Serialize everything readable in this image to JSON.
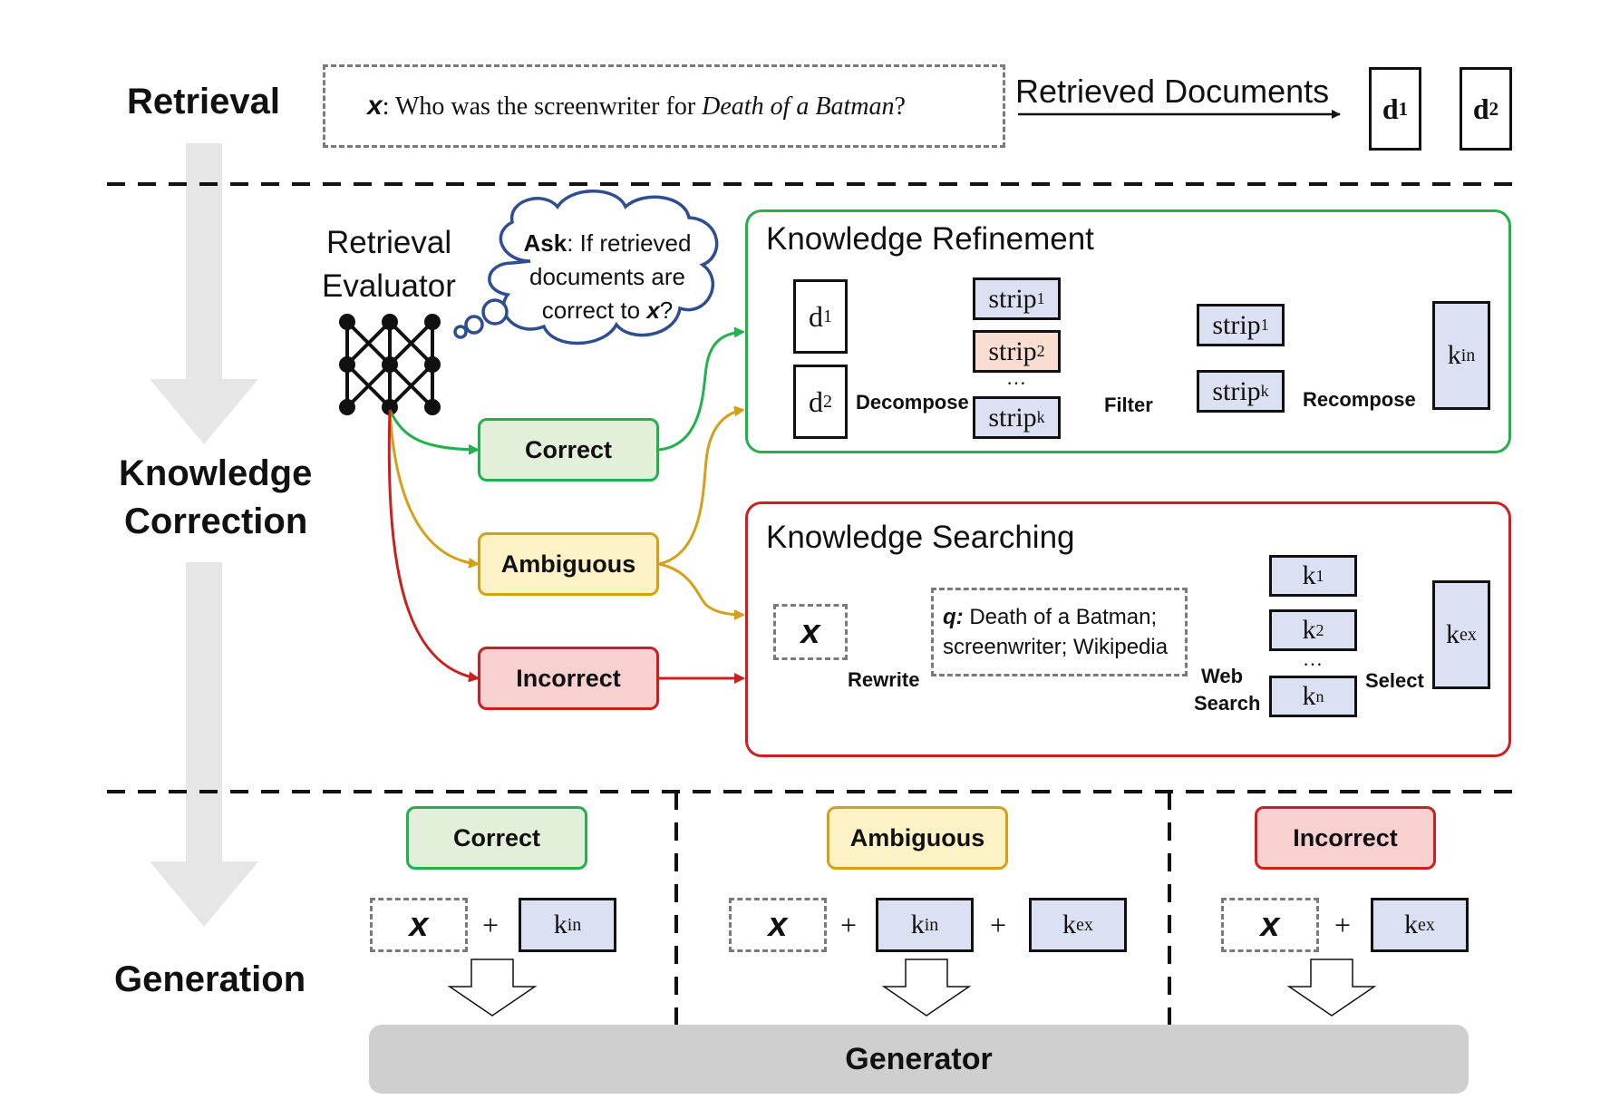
{
  "stages": {
    "retrieval": "Retrieval",
    "correction_line1": "Knowledge",
    "correction_line2": "Correction",
    "generation": "Generation"
  },
  "query": {
    "var": "x",
    "prefix": ": Who was the screenwriter for ",
    "title": "Death of a Batman",
    "suffix": "?"
  },
  "retrieved_documents": "Retrieved Documents",
  "docs": {
    "d": "d",
    "one": "1",
    "two": "2"
  },
  "evaluator": {
    "line1": "Retrieval",
    "line2": "Evaluator",
    "ask_bold": "Ask",
    "ask_rest": ": If retrieved",
    "ask_line2": "documents are",
    "ask_line3": "correct to ",
    "ask_var": "x",
    "ask_q": "?"
  },
  "judgments": {
    "correct": "Correct",
    "ambiguous": "Ambiguous",
    "incorrect": "Incorrect"
  },
  "refinement": {
    "title": "Knowledge Refinement",
    "strip": "strip",
    "sub1": "1",
    "sub2": "2",
    "subk": "k",
    "dots": "…",
    "decompose": "Decompose",
    "filter": "Filter",
    "recompose": "Recompose",
    "k": "k",
    "kin_sub": "in"
  },
  "searching": {
    "title": "Knowledge Searching",
    "x": "x",
    "rewrite": "Rewrite",
    "q_label": "q:",
    "q_line1": "Death of a Batman;",
    "q_line2": "screenwriter; Wikipedia",
    "web": "Web",
    "search": "Search",
    "k": "k",
    "sub1": "1",
    "sub2": "2",
    "subn": "n",
    "dots": "…",
    "select": "Select",
    "kex_sub": "ex"
  },
  "generation": {
    "plus": "+",
    "x": "x",
    "k": "k",
    "in": "in",
    "ex": "ex",
    "generator": "Generator"
  },
  "colors": {
    "green": "#22b14c",
    "gold": "#d4a017",
    "red": "#cc1f1f",
    "blue_fill": "#dbe1f3",
    "grey_arrow": "#e6e6e6",
    "generator_fill": "#cfcfcf"
  }
}
